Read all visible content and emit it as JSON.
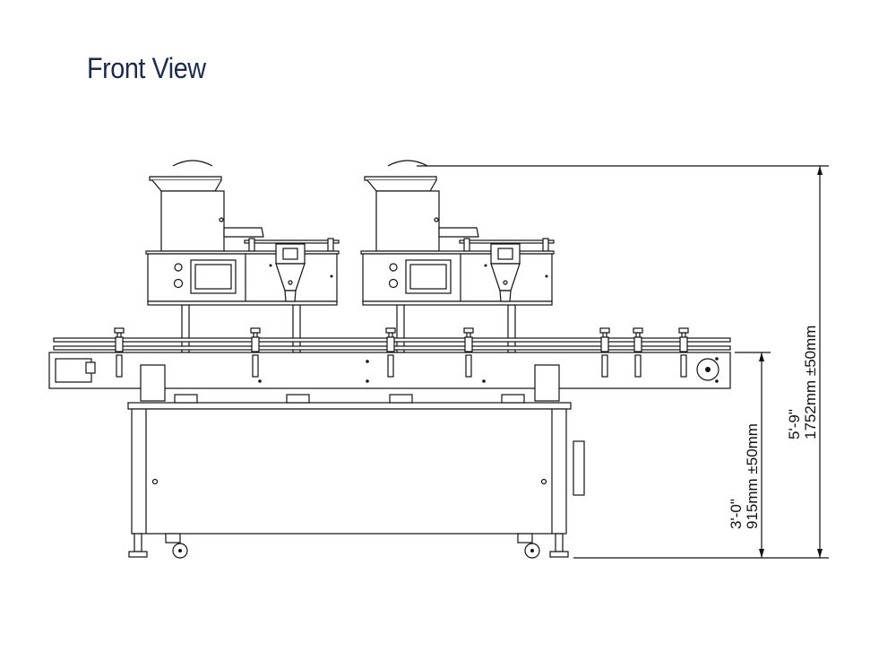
{
  "title": "Front View",
  "dimensions": {
    "table_height_imperial": "3'-0\"",
    "table_height_metric": "915mm  ±50mm",
    "total_height_imperial": "5'-9\"",
    "total_height_metric": "1752mm  ±50mm"
  }
}
